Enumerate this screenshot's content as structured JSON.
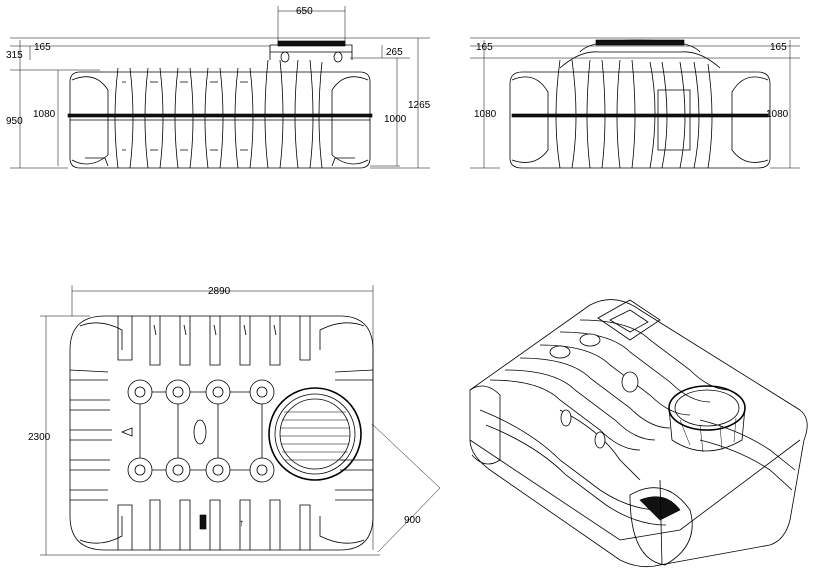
{
  "front_view": {
    "dim_top_width": "650",
    "dim_left_a": "315",
    "dim_left_b": "165",
    "dim_left_c": "950",
    "dim_left_d": "1080",
    "dim_right_a": "265",
    "dim_right_b": "1000",
    "dim_right_c": "1265"
  },
  "side_view": {
    "dim_left_top": "165",
    "dim_right_top": "165",
    "dim_left_height": "1080",
    "dim_right_height": "1080"
  },
  "top_view": {
    "dim_width": "2890",
    "dim_depth": "2300",
    "dim_diagonal": "900"
  },
  "colors": {
    "line": "#000000",
    "fill": "#ffffff"
  }
}
